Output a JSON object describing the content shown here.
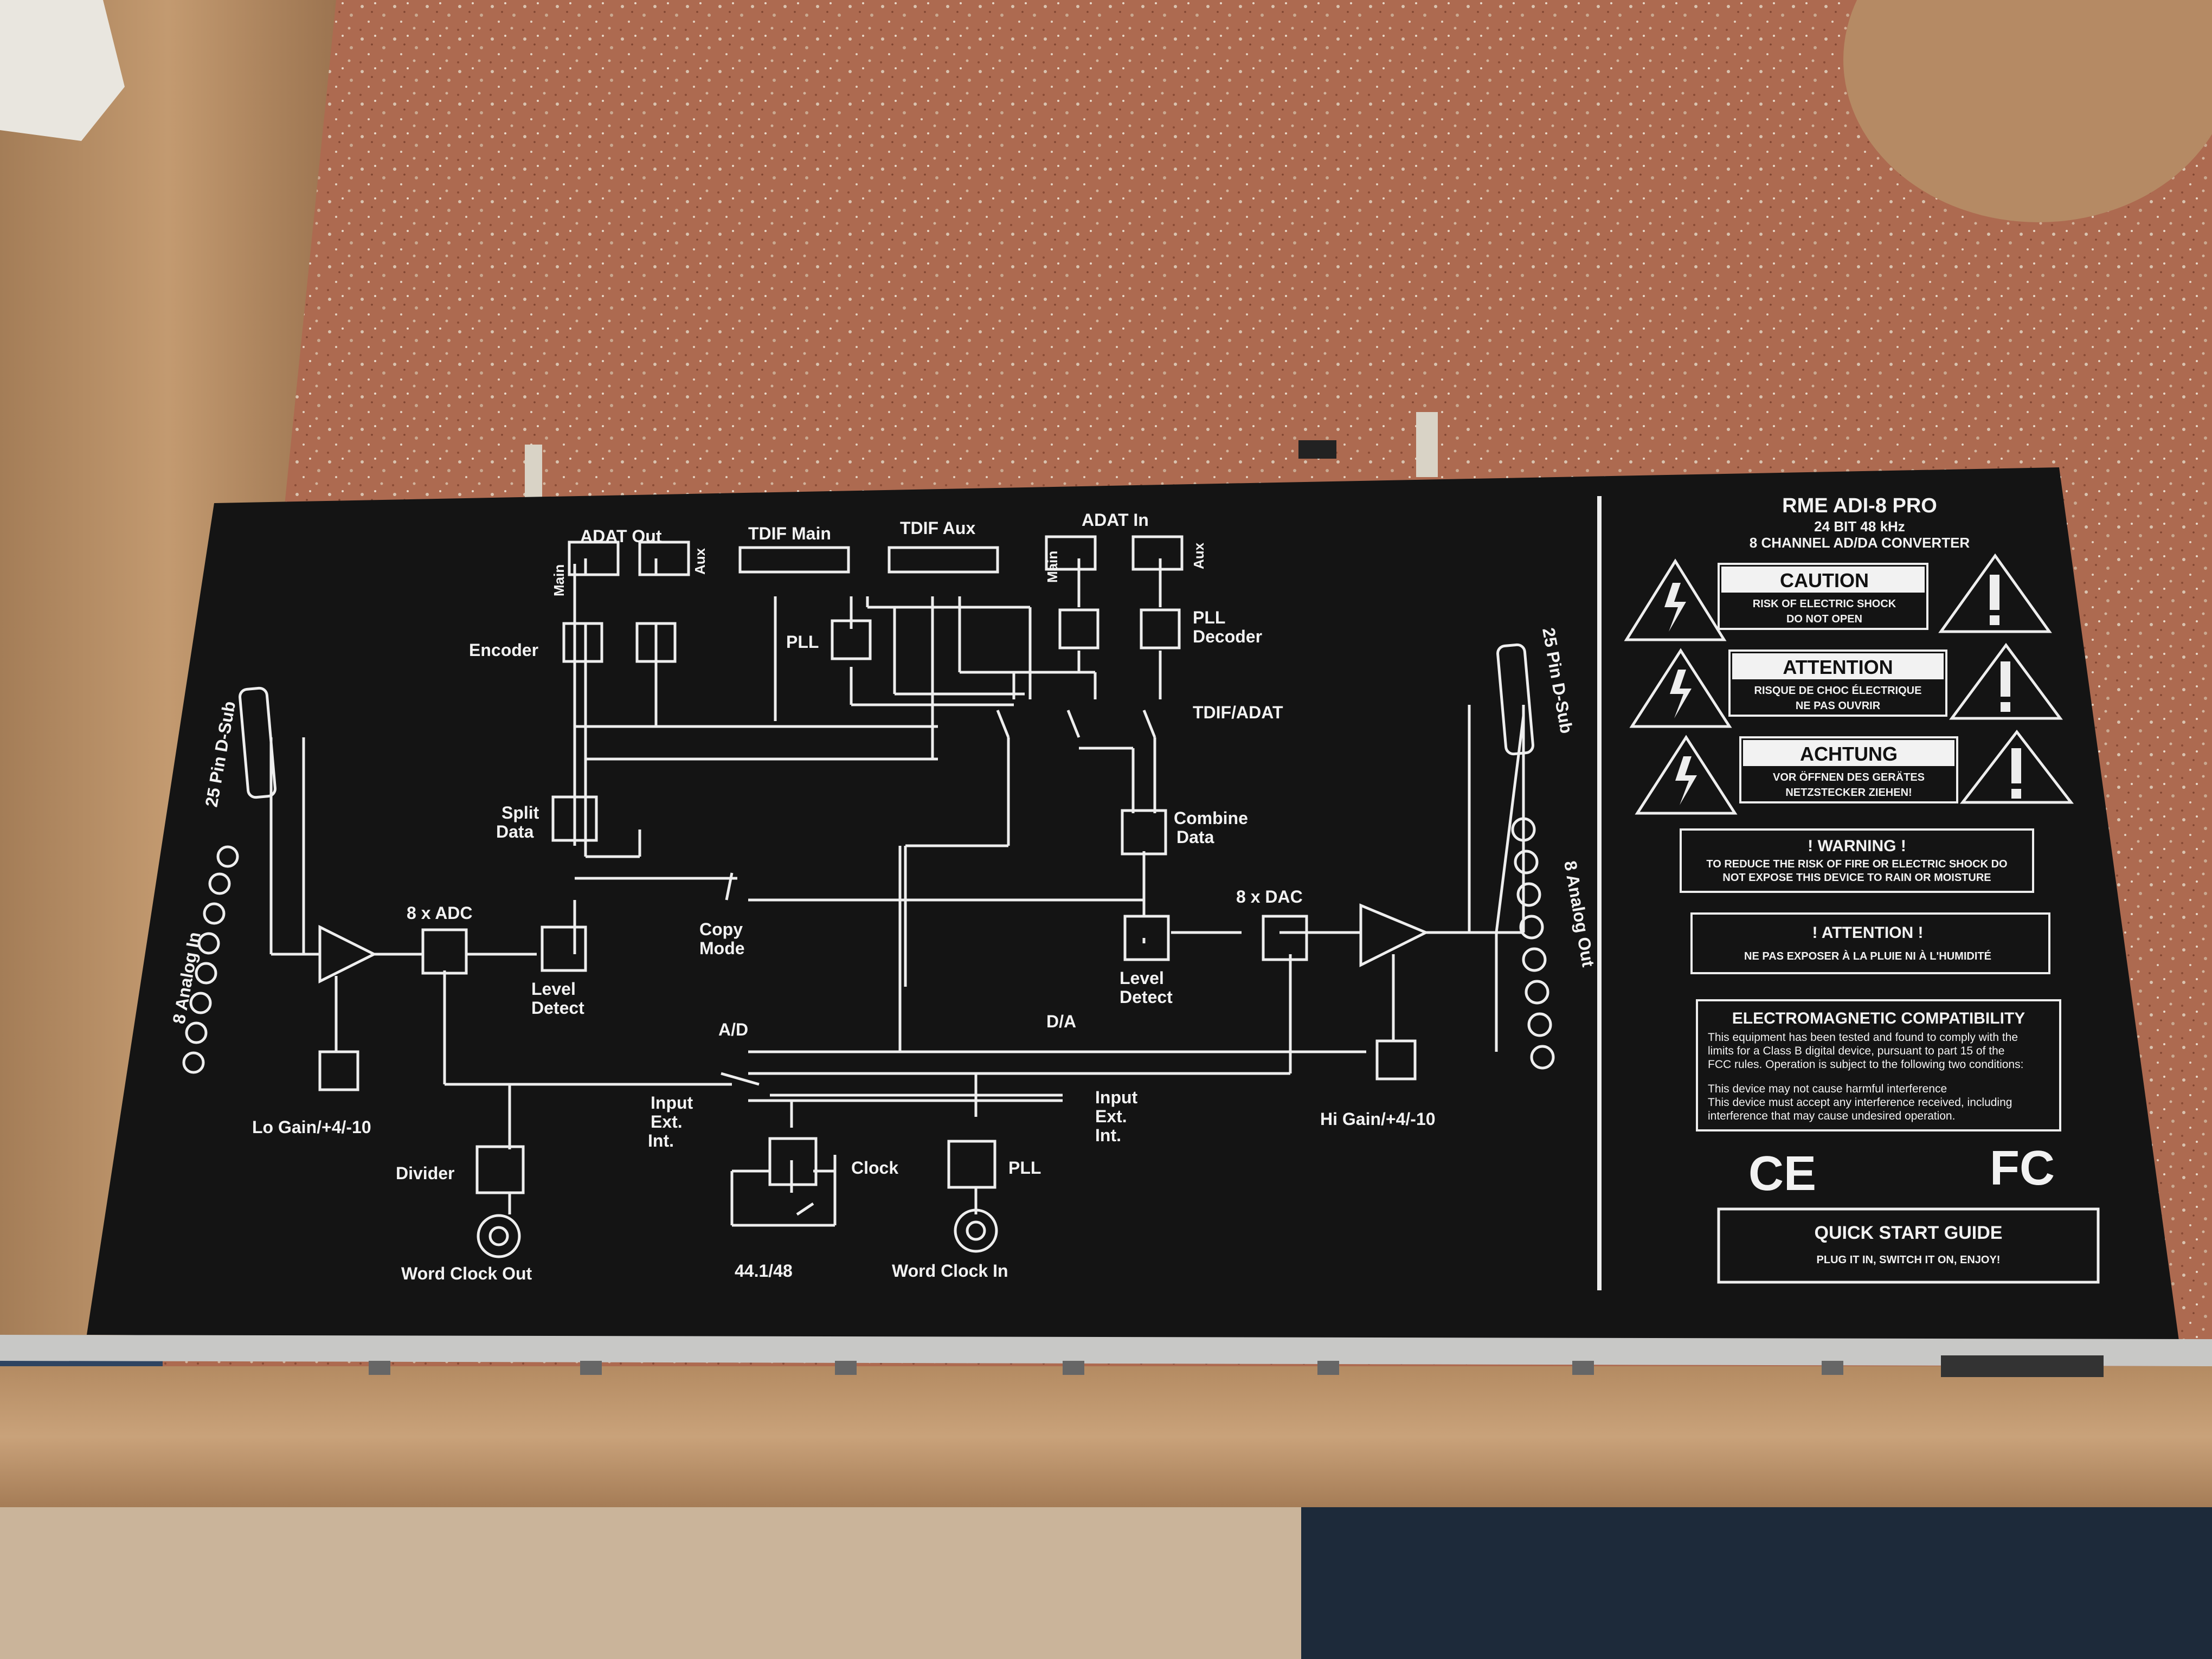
{
  "panel": {
    "brand": {
      "model": "RME ADI-8 PRO",
      "spec": "24 BIT 48 kHz",
      "type": "8 CHANNEL AD/DA CONVERTER"
    },
    "warnings": [
      {
        "title": "CAUTION",
        "line1": "RISK OF ELECTRIC SHOCK",
        "line2": "DO NOT OPEN"
      },
      {
        "title": "ATTENTION",
        "line1": "RISQUE DE CHOC ÉLECTRIQUE",
        "line2": "NE PAS OUVRIR"
      },
      {
        "title": "ACHTUNG",
        "line1": "VOR ÖFFNEN DES GERÄTES",
        "line2": "NETZSTECKER ZIEHEN!"
      }
    ],
    "warning_box": {
      "title": "! WARNING !",
      "line1": "TO REDUCE THE RISK OF FIRE OR ELECTRIC SHOCK DO",
      "line2": "NOT EXPOSE THIS DEVICE TO RAIN OR MOISTURE"
    },
    "attention_box": {
      "title": "! ATTENTION !",
      "line1": "NE PAS EXPOSER À LA PLUIE NI À L'HUMIDITÉ"
    },
    "emc": {
      "title": "ELECTROMAGNETIC COMPATIBILITY",
      "lines": [
        "This equipment has been tested and found to comply with the",
        "limits for a Class B digital device, pursuant to part 15 of the",
        "FCC rules. Operation is subject to the following two conditions:",
        "",
        "This device may not cause harmful interference",
        "This device must accept any interference received, including",
        "interference that may cause undesired operation."
      ]
    },
    "ce_mark": "CE",
    "fc_mark": "FC",
    "quick_start": {
      "title": "QUICK START GUIDE",
      "line": "PLUG IT IN, SWITCH IT ON, ENJOY!"
    },
    "diagram": {
      "adat_out": "ADAT Out",
      "tdif_main": "TDIF Main",
      "tdif_aux": "TDIF Aux",
      "adat_in": "ADAT In",
      "main": "Main",
      "aux": "Aux",
      "encoder": "Encoder",
      "pll": "PLL",
      "pll_decoder_1": "PLL",
      "pll_decoder_2": "Decoder",
      "tdif_adat": "TDIF/ADAT",
      "dsub_left": "25 Pin D-Sub",
      "dsub_right": "25 Pin D-Sub",
      "analog_in": "8 Analog In",
      "analog_out": "8 Analog Out",
      "split_1": "Split",
      "split_2": "Data",
      "combine_1": "Combine",
      "combine_2": "Data",
      "adc": "8 x ADC",
      "dac": "8 x DAC",
      "level_1": "Level",
      "level_2": "Detect",
      "copy_1": "Copy",
      "copy_2": "Mode",
      "ad": "A/D",
      "da": "D/A",
      "lo_gain": "Lo Gain/+4/-10",
      "hi_gain": "Hi Gain/+4/-10",
      "input_1": "Input",
      "input_2": "Ext.",
      "input_3": "Int.",
      "divider": "Divider",
      "clock": "Clock",
      "pll_clock": "PLL",
      "word_clock_out": "Word Clock Out",
      "rate": "44.1/48",
      "word_clock_in": "Word Clock In"
    }
  }
}
